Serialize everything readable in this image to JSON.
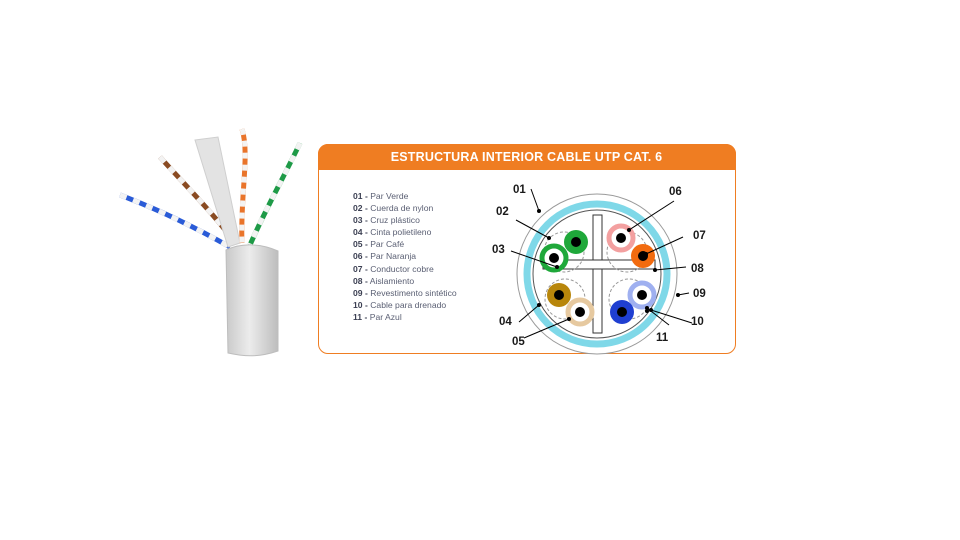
{
  "panel": {
    "title": "ESTRUCTURA INTERIOR CABLE UTP CAT. 6",
    "accent_color": "#ef7d22"
  },
  "legend": [
    {
      "num": "01 -",
      "text": "Par Verde"
    },
    {
      "num": "02 -",
      "text": "Cuerda de nylon"
    },
    {
      "num": "03 -",
      "text": "Cruz plástico"
    },
    {
      "num": "04 -",
      "text": "Cinta polietileno"
    },
    {
      "num": "05 -",
      "text": "Par Café"
    },
    {
      "num": "06 -",
      "text": "Par Naranja"
    },
    {
      "num": "07 -",
      "text": "Conductor cobre"
    },
    {
      "num": "08 -",
      "text": "Aislamiento"
    },
    {
      "num": "09 -",
      "text": " Revestimento sintético"
    },
    {
      "num": "10 -",
      "text": "Cable para drenado"
    },
    {
      "num": "11 -",
      "text": "Par Azul"
    }
  ],
  "callouts": [
    "01",
    "02",
    "03",
    "04",
    "05",
    "06",
    "07",
    "08",
    "09",
    "10",
    "11"
  ],
  "colors": {
    "green": "#1fa83a",
    "brown": "#b8860b",
    "orange": "#f26b0f",
    "blue": "#1f3fd1",
    "tape": "#7fd8e8"
  }
}
